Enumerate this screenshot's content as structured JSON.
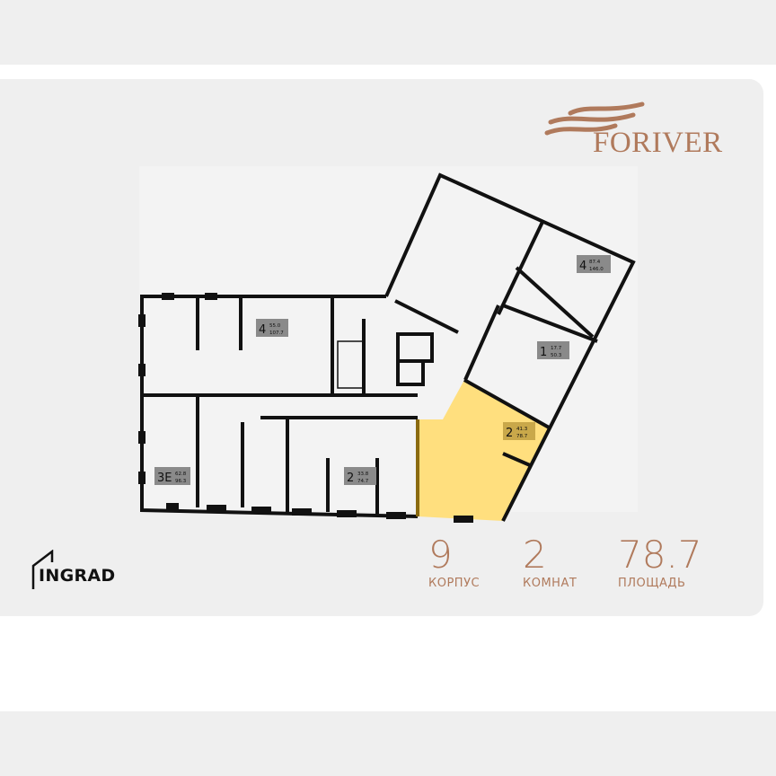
{
  "brand": {
    "name": "FORIVER",
    "developer": "INGRAD",
    "accent_color": "#b07a5c",
    "highlight_color": "#ffe080"
  },
  "stats": [
    {
      "value": "9",
      "label": "КОРПУС"
    },
    {
      "value": "2",
      "label": "КОМНАТ"
    },
    {
      "value": "78.7",
      "label": "ПЛОЩАДЬ"
    }
  ],
  "units": [
    {
      "rooms": "4",
      "living": "55.0",
      "total": "107.7"
    },
    {
      "rooms": "4",
      "living": "87.4",
      "total": "146.0"
    },
    {
      "rooms": "1",
      "living": "17.7",
      "total": "50.3"
    },
    {
      "rooms": "2",
      "living": "41.3",
      "total": "78.7",
      "selected": true
    },
    {
      "rooms": "3E",
      "living": "62.8",
      "total": "96.3"
    },
    {
      "rooms": "2",
      "living": "33.8",
      "total": "74.7"
    }
  ]
}
